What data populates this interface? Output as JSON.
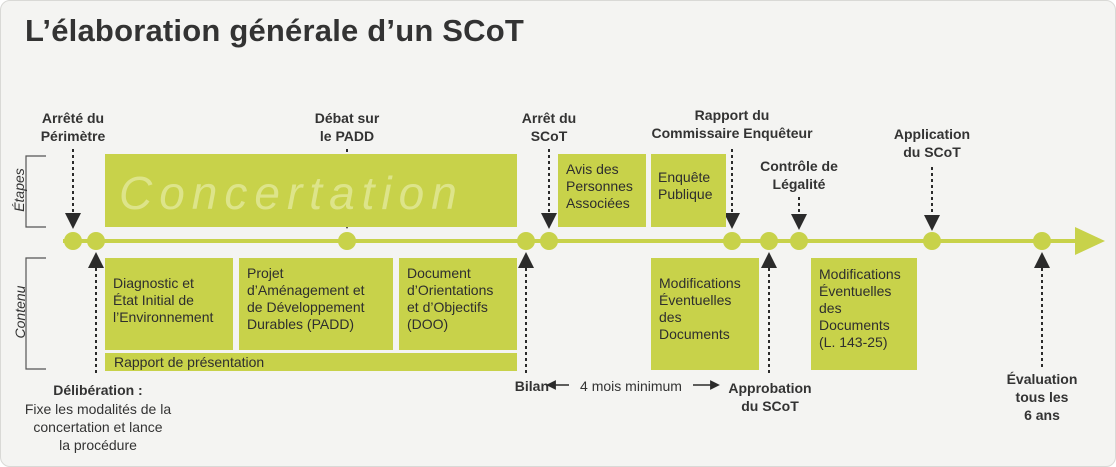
{
  "title": "L’élaboration générale d’un SCoT",
  "sections": {
    "etapes": "Étapes",
    "contenu": "Contenu"
  },
  "concertation": "Concertation",
  "top_labels": {
    "arrete_perimetre": [
      "Arrêté du",
      "Périmètre"
    ],
    "debat_padd": [
      "Débat sur",
      "le PADD"
    ],
    "arret_scot": [
      "Arrêt du",
      "SCoT"
    ],
    "rapport_commissaire": [
      "Rapport du",
      "Commissaire Enquêteur"
    ],
    "controle_legalite": [
      "Contrôle de",
      "Légalité"
    ],
    "application_scot": [
      "Application",
      "du SCoT"
    ]
  },
  "etapes_boxes": {
    "avis": [
      "Avis des",
      "Personnes",
      "Associées"
    ],
    "enquete": [
      "Enquête",
      "Publique"
    ]
  },
  "contenu_boxes": {
    "diagnostic": [
      "Diagnostic et",
      "État Initial de",
      "l’Environnement"
    ],
    "padd": [
      "Projet",
      "d’Aménagement et",
      "de Développement",
      "Durables (PADD)"
    ],
    "doo": [
      "Document",
      "d’Orientations",
      "et d’Objectifs",
      "(DOO)"
    ],
    "rapport": "Rapport de présentation",
    "modif1": [
      "Modifications",
      "Éventuelles",
      "des",
      "Documents"
    ],
    "modif2": [
      "Modifications",
      "Éventuelles",
      "des",
      "Documents",
      "(L. 143-25)"
    ]
  },
  "bottom_labels": {
    "deliberation_title": "Délibération :",
    "deliberation_text": [
      "Fixe les modalités de la",
      "concertation et lance",
      "la procédure"
    ],
    "bilan": "Bilan",
    "delai": "4 mois minimum",
    "approbation": [
      "Approbation",
      "du SCoT"
    ],
    "evaluation": [
      "Évaluation",
      "tous les",
      "6 ans"
    ]
  },
  "colors": {
    "accent": "#c8d24a",
    "dark_text": "#333333",
    "background": "#f4f4f2"
  }
}
